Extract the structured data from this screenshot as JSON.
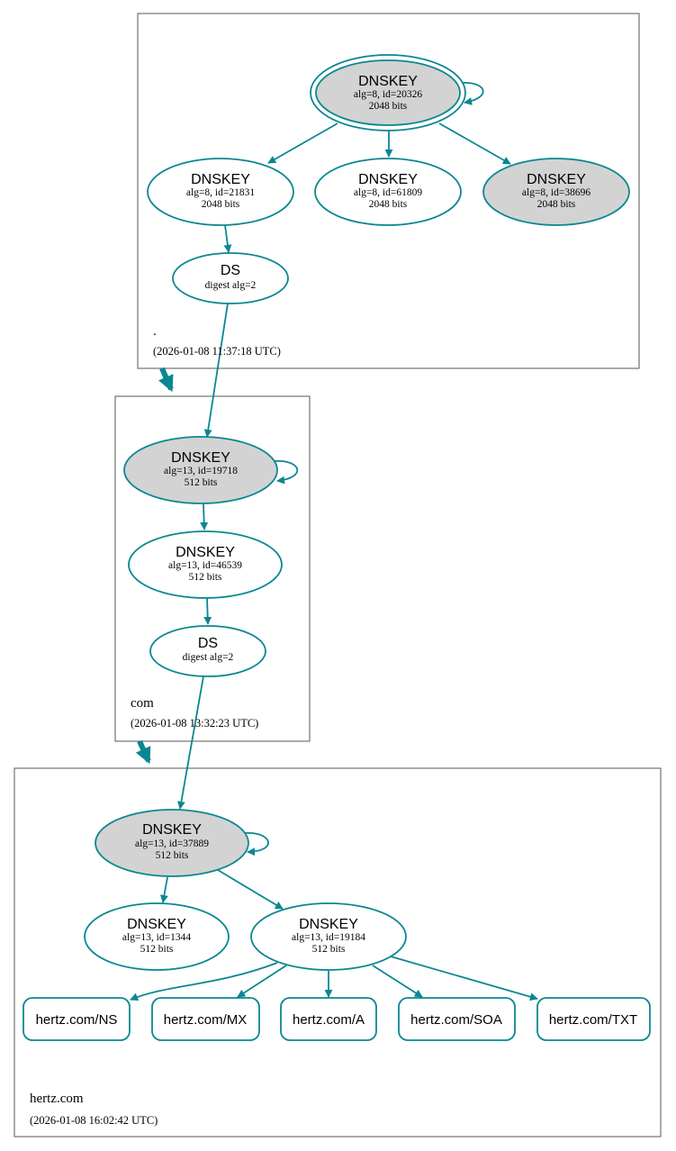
{
  "colors": {
    "edge": "#0a8791",
    "ksk_fill": "#d3d3d3",
    "zsk_fill": "#ffffff",
    "zone_border": "#555555"
  },
  "zones": [
    {
      "name": ".",
      "timestamp": "(2026-01-08 11:37:18 UTC)",
      "nodes": [
        {
          "title": "DNSKEY",
          "line1": "alg=8, id=20326",
          "line2": "2048 bits"
        },
        {
          "title": "DNSKEY",
          "line1": "alg=8, id=21831",
          "line2": "2048 bits"
        },
        {
          "title": "DNSKEY",
          "line1": "alg=8, id=61809",
          "line2": "2048 bits"
        },
        {
          "title": "DNSKEY",
          "line1": "alg=8, id=38696",
          "line2": "2048 bits"
        },
        {
          "title": "DS",
          "line1": "digest alg=2"
        }
      ]
    },
    {
      "name": "com",
      "timestamp": "(2026-01-08 13:32:23 UTC)",
      "nodes": [
        {
          "title": "DNSKEY",
          "line1": "alg=13, id=19718",
          "line2": "512 bits"
        },
        {
          "title": "DNSKEY",
          "line1": "alg=13, id=46539",
          "line2": "512 bits"
        },
        {
          "title": "DS",
          "line1": "digest alg=2"
        }
      ]
    },
    {
      "name": "hertz.com",
      "timestamp": "(2026-01-08 16:02:42 UTC)",
      "nodes": [
        {
          "title": "DNSKEY",
          "line1": "alg=13, id=37889",
          "line2": "512 bits"
        },
        {
          "title": "DNSKEY",
          "line1": "alg=13, id=1344",
          "line2": "512 bits"
        },
        {
          "title": "DNSKEY",
          "line1": "alg=13, id=19184",
          "line2": "512 bits"
        }
      ],
      "records": [
        "hertz.com/NS",
        "hertz.com/MX",
        "hertz.com/A",
        "hertz.com/SOA",
        "hertz.com/TXT"
      ]
    }
  ]
}
